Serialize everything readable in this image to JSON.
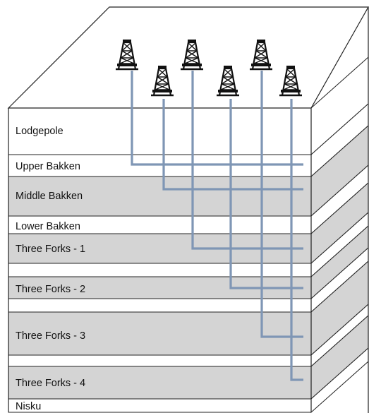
{
  "diagram": {
    "layers": [
      {
        "id": "lodgepole",
        "label": "Lodgepole",
        "shaded": false
      },
      {
        "id": "upper-bakken",
        "label": "Upper Bakken",
        "shaded": false
      },
      {
        "id": "middle-bakken",
        "label": "Middle Bakken",
        "shaded": true
      },
      {
        "id": "lower-bakken",
        "label": "Lower Bakken",
        "shaded": false
      },
      {
        "id": "three-forks-1",
        "label": "Three Forks - 1",
        "shaded": true
      },
      {
        "id": "gap-1",
        "label": "",
        "shaded": false
      },
      {
        "id": "three-forks-2",
        "label": "Three Forks - 2",
        "shaded": true
      },
      {
        "id": "gap-2",
        "label": "",
        "shaded": false
      },
      {
        "id": "three-forks-3",
        "label": "Three Forks - 3",
        "shaded": true
      },
      {
        "id": "gap-3",
        "label": "",
        "shaded": false
      },
      {
        "id": "three-forks-4",
        "label": "Three Forks - 4",
        "shaded": true
      },
      {
        "id": "nisku",
        "label": "Nisku",
        "shaded": false
      }
    ],
    "rig_count": 6,
    "colors": {
      "shaded": "#d4d4d4",
      "white": "#ffffff",
      "outline": "#222222",
      "well": "#7f96b5",
      "rig": "#111111"
    },
    "icons": {
      "rig": "drilling-rig-icon"
    }
  }
}
